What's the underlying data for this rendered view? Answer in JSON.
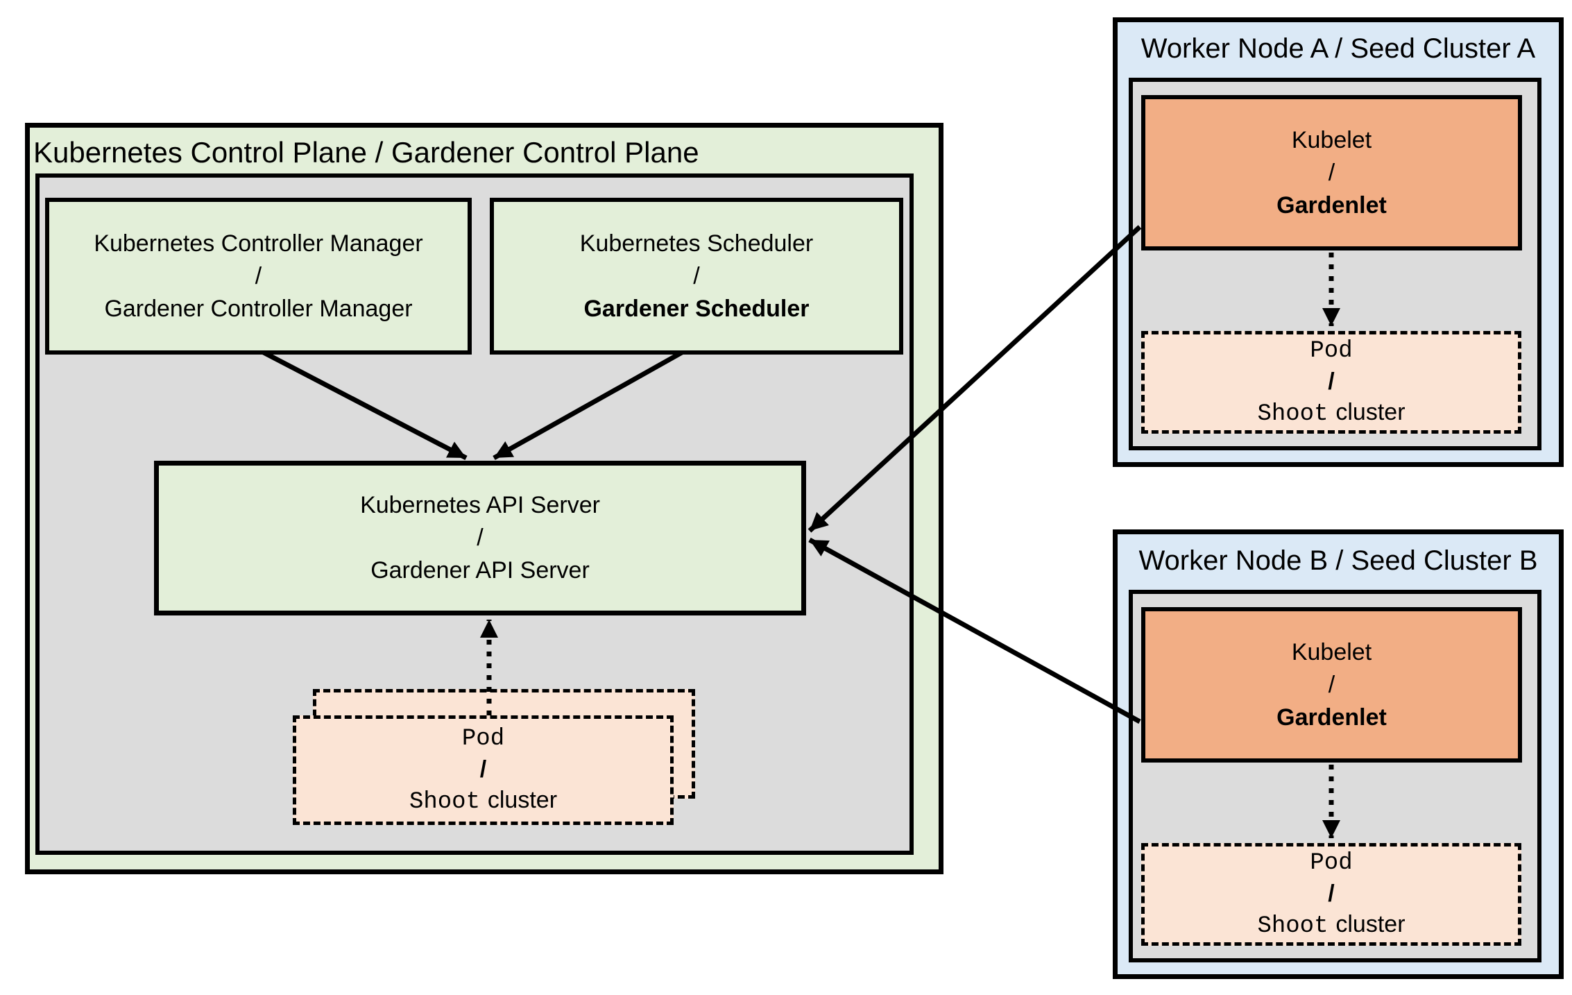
{
  "colors": {
    "green": "#e3efd9",
    "gray": "#dcdcdc",
    "blue": "#dbe9f6",
    "orange": "#f2ae85",
    "peach": "#fbe4d5",
    "line": "#000000"
  },
  "control_plane": {
    "title": "Kubernetes Control Plane / Gardener Control Plane",
    "controller_manager": {
      "top": "Kubernetes Controller Manager",
      "sep": "/",
      "bottom": "Gardener Controller Manager"
    },
    "scheduler": {
      "top": "Kubernetes Scheduler",
      "sep": "/",
      "bottom": "Gardener Scheduler"
    },
    "api_server": {
      "top": "Kubernetes API Server",
      "sep": "/",
      "bottom": "Gardener API Server"
    },
    "pod": {
      "line1": "Pod",
      "sep": "/",
      "shoot": "Shoot",
      "cluster": "cluster"
    }
  },
  "worker_a": {
    "title": "Worker Node A / Seed Cluster A",
    "kubelet": {
      "top": "Kubelet",
      "sep": "/",
      "bottom": "Gardenlet"
    },
    "pod": {
      "line1": "Pod",
      "sep": "/",
      "shoot": "Shoot",
      "cluster": "cluster"
    }
  },
  "worker_b": {
    "title": "Worker Node B / Seed Cluster B",
    "kubelet": {
      "top": "Kubelet",
      "sep": "/",
      "bottom": "Gardenlet"
    },
    "pod": {
      "line1": "Pod",
      "sep": "/",
      "shoot": "Shoot",
      "cluster": "cluster"
    }
  }
}
